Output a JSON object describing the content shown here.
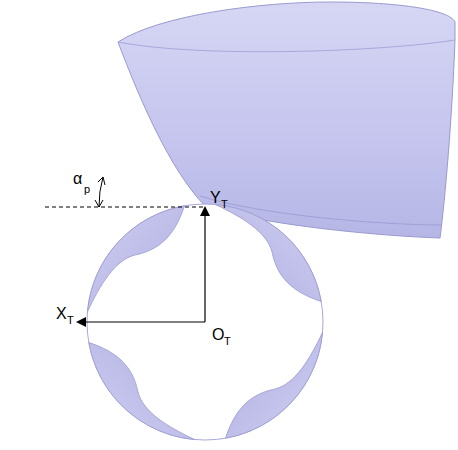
{
  "diagram": {
    "labels": [
      "α",
      "p",
      "Y",
      "T",
      "X",
      "T",
      "O",
      "T"
    ]
  }
}
